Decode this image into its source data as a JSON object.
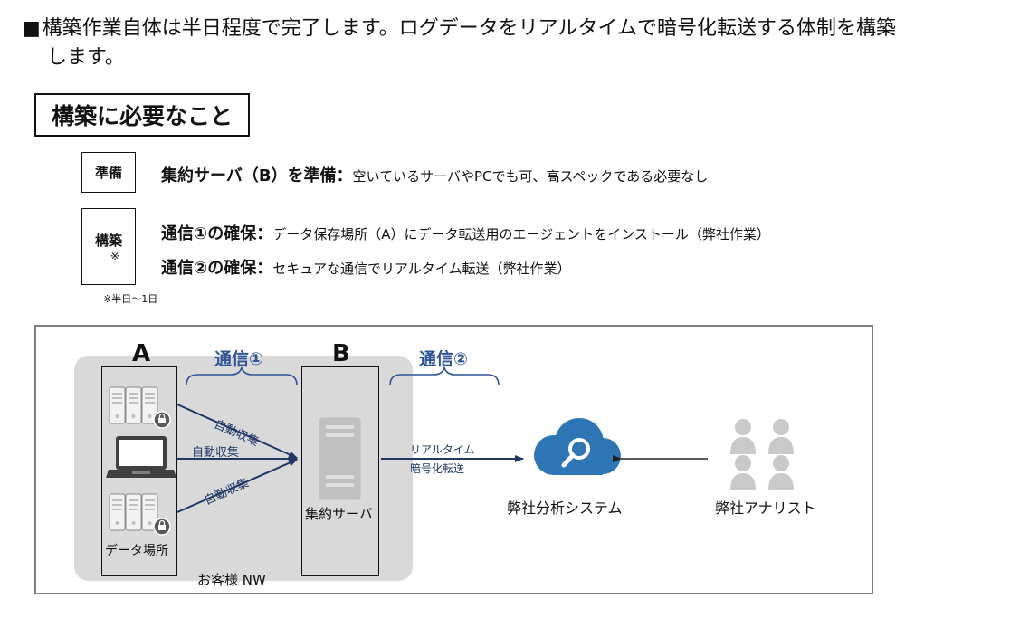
{
  "intro": {
    "bullet": "■",
    "line1": "構築作業自体は半日程度で完了します。ログデータをリアルタイムで暗号化転送する体制を構築",
    "line2": "します。"
  },
  "section_title": "構築に必要なこと",
  "requirements": [
    {
      "tag": "準備",
      "tag_note": "",
      "items": [
        {
          "bold": "集約サーバ（B）を準備：",
          "text": "空いているサーバやPCでも可、高スペックである必要なし"
        }
      ]
    },
    {
      "tag": "構築",
      "tag_note": "※",
      "items": [
        {
          "bold": "通信①の確保：",
          "text": "データ保存場所（A）にデータ転送用のエージェントをインストール（弊社作業）"
        },
        {
          "bold": "通信②の確保：",
          "text": "セキュアな通信でリアルタイム転送（弊社作業）"
        }
      ]
    }
  ],
  "footnote": "※半日〜1日",
  "diagram": {
    "label_a": "A",
    "label_b": "B",
    "comm1": "通信①",
    "comm2": "通信②",
    "auto_collect": "自動収集",
    "data_location": "データ場所",
    "aggregation_server": "集約サーバ",
    "customer_nw": "お客様 NW",
    "transfer_line1": "リアルタイム",
    "transfer_line2": "暗号化転送",
    "analysis_system": "弊社分析システム",
    "analyst": "弊社アナリスト",
    "icons": [
      "server-cluster-icon",
      "laptop-icon",
      "server-tower-icon",
      "cloud-search-icon",
      "people-group-icon"
    ],
    "colors": {
      "accent_blue": "#2f5597",
      "arrow_navy": "#1f3864",
      "cloud_blue": "#2e75b6",
      "zone_gray": "#d9d9d9",
      "people_gray": "#c9c9c9"
    }
  }
}
